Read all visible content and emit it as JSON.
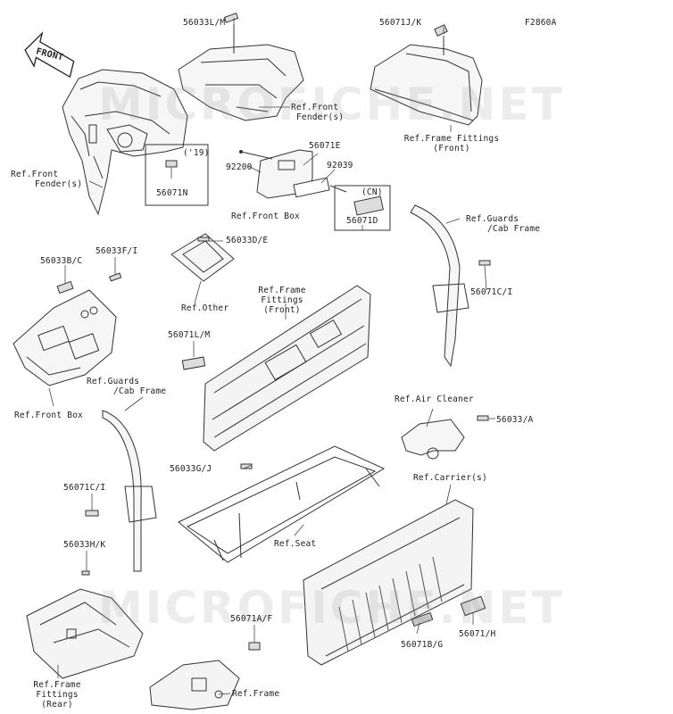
{
  "diagram_code": "F2860A",
  "front_label": "FRONT",
  "watermark": "MICROFICHE.NET",
  "colors": {
    "line": "#333333",
    "part_fill": "#f4f4f4",
    "dark": "#555555"
  },
  "labels": {
    "p56033LM": "56033L/M",
    "p56071JK": "56071J/K",
    "refFrontFenderTop": [
      "Ref.Front",
      "Fender(s)"
    ],
    "refFrameFittingsFrontTop": [
      "Ref.Frame Fittings",
      "(Front)"
    ],
    "year19": "('19)",
    "p56071N": "56071N",
    "refFrontFenderLeft": [
      "Ref.Front",
      "Fender(s)"
    ],
    "p92200": "92200",
    "p56071E": "56071E",
    "p92039": "92039",
    "cn": "(CN)",
    "p56071D": "56071D",
    "refFrontBoxTop": "Ref.Front Box",
    "refGuardsCabRight": [
      "Ref.Guards",
      "/Cab Frame"
    ],
    "p56033DE": "56033D/E",
    "p56033BC": "56033B/C",
    "p56033FI": "56033F/I",
    "refOther": "Ref.Other",
    "refFrameFittingsFrontMid": [
      "Ref.Frame",
      "Fittings",
      "(Front)"
    ],
    "p56071CIRight": "56071C/I",
    "p56071LM": "56071L/M",
    "refGuardsCabLeft": [
      "Ref.Guards",
      "/Cab Frame"
    ],
    "refFrontBoxLeft": "Ref.Front Box",
    "refAirCleaner": "Ref.Air Cleaner",
    "p56033A": "56033/A",
    "p56033GJ": "56033G/J",
    "p56071CILeft": "56071C/I",
    "refCarriers": "Ref.Carrier(s)",
    "refSeat": "Ref.Seat",
    "p56033HK": "56033H/K",
    "p56071AF": "56071A/F",
    "refFrame": "Ref.Frame",
    "p56071BG": "56071B/G",
    "p56071H": "56071/H",
    "refFrameFittingsRear": [
      "Ref.Frame",
      "Fittings",
      "(Rear)"
    ]
  }
}
